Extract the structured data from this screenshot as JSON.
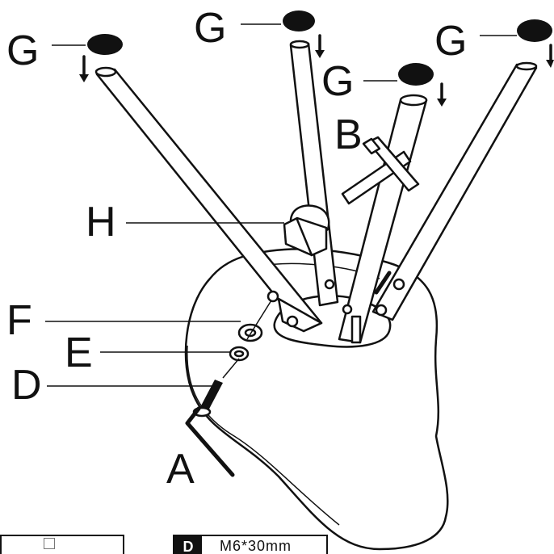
{
  "labels": {
    "G": "G",
    "B": "B",
    "H": "H",
    "F": "F",
    "E": "E",
    "D": "D",
    "A": "A"
  },
  "footer": {
    "right_badge": "D",
    "right_text": "M6*30mm"
  },
  "colors": {
    "ink": "#111111",
    "paper": "#ffffff"
  }
}
